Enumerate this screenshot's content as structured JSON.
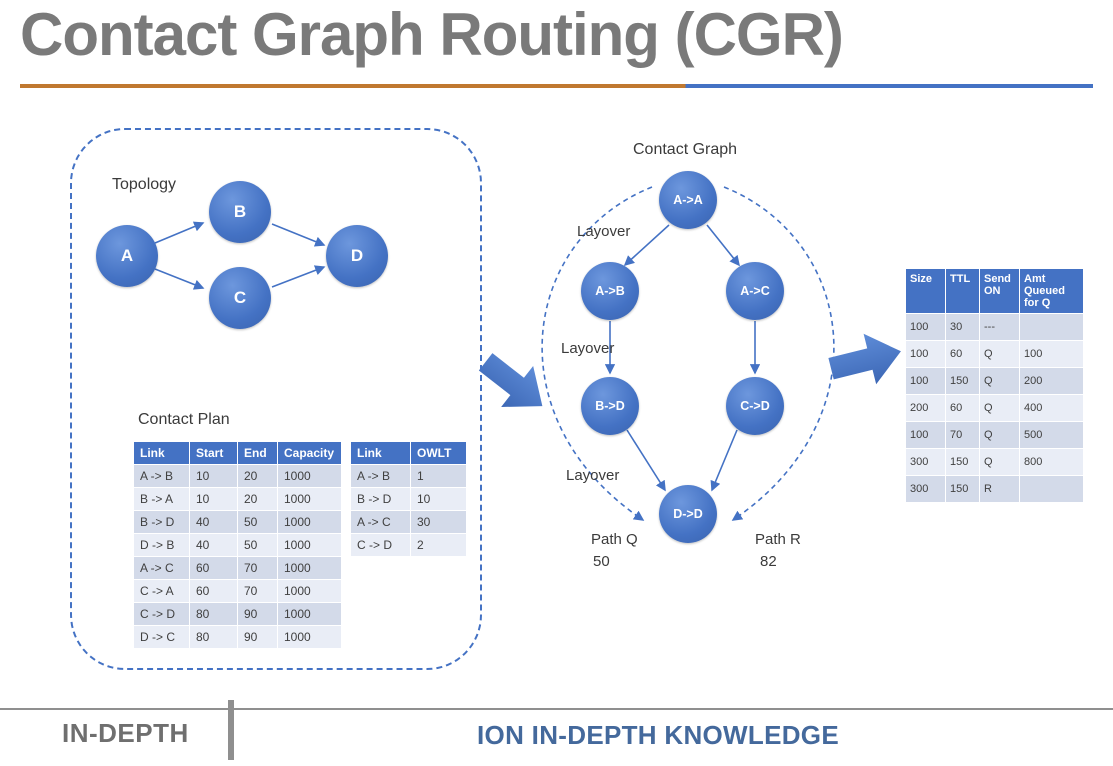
{
  "title": "Contact Graph Routing (CGR)",
  "colors": {
    "node_blue": "#4472C4",
    "table_header_blue": "#4472C4",
    "band_dark": "#D3DAE9",
    "band_light": "#E9EDF6",
    "rule_orange": "#C0782F",
    "rule_blue": "#4472C4",
    "title_gray": "#7A7A7A",
    "footer_text_blue": "#44699C"
  },
  "topology": {
    "label": "Topology",
    "nodes": [
      "A",
      "B",
      "C",
      "D"
    ]
  },
  "contact_plan": {
    "label": "Contact Plan",
    "main_table": {
      "headers": [
        "Link",
        "Start",
        "End",
        "Capacity"
      ],
      "rows": [
        [
          "A -> B",
          "10",
          "20",
          "1000"
        ],
        [
          "B -> A",
          "10",
          "20",
          "1000"
        ],
        [
          "B -> D",
          "40",
          "50",
          "1000"
        ],
        [
          "D -> B",
          "40",
          "50",
          "1000"
        ],
        [
          "A -> C",
          "60",
          "70",
          "1000"
        ],
        [
          "C -> A",
          "60",
          "70",
          "1000"
        ],
        [
          "C -> D",
          "80",
          "90",
          "1000"
        ],
        [
          "D -> C",
          "80",
          "90",
          "1000"
        ]
      ]
    },
    "owlt_table": {
      "headers": [
        "Link",
        "OWLT"
      ],
      "rows": [
        [
          "A -> B",
          "1"
        ],
        [
          "B -> D",
          "10"
        ],
        [
          "A -> C",
          "30"
        ],
        [
          "C -> D",
          "2"
        ]
      ]
    }
  },
  "contact_graph": {
    "label": "Contact Graph",
    "nodes": [
      "A->A",
      "A->B",
      "A->C",
      "B->D",
      "C->D",
      "D->D"
    ],
    "layovers": [
      "Layover",
      "Layover",
      "Layover"
    ],
    "path_q": {
      "label": "Path Q",
      "value": "50"
    },
    "path_r": {
      "label": "Path R",
      "value": "82"
    }
  },
  "queue_table": {
    "headers": [
      "Size",
      "TTL",
      "Send ON",
      "Amt Queued for Q"
    ],
    "rows": [
      [
        "100",
        "30",
        "---",
        ""
      ],
      [
        "100",
        "60",
        "Q",
        "100"
      ],
      [
        "100",
        "150",
        "Q",
        "200"
      ],
      [
        "200",
        "60",
        "Q",
        "400"
      ],
      [
        "100",
        "70",
        "Q",
        "500"
      ],
      [
        "300",
        "150",
        "Q",
        "800"
      ],
      [
        "300",
        "150",
        "R",
        ""
      ]
    ]
  },
  "footer": {
    "left": "IN-DEPTH",
    "center": "ION IN-DEPTH KNOWLEDGE"
  }
}
